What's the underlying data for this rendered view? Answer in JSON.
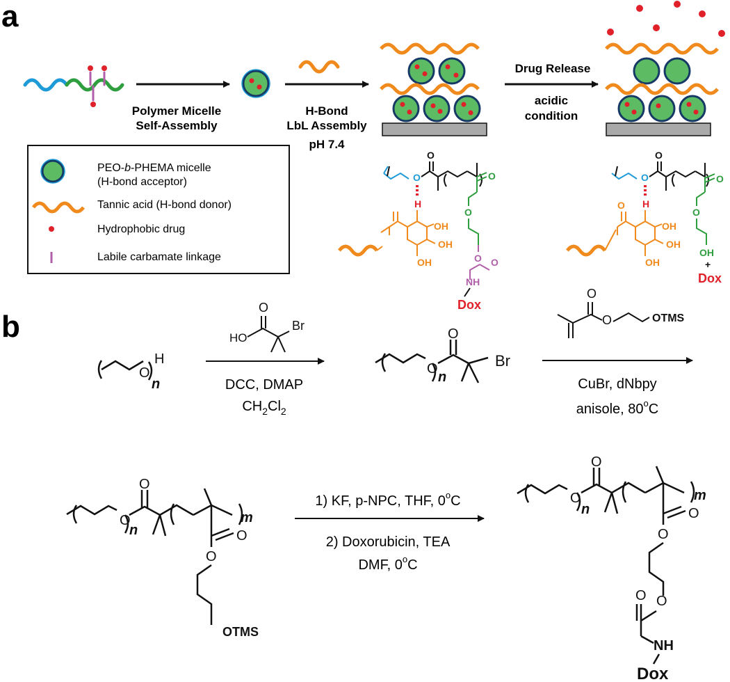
{
  "colors": {
    "tannic_acid": "#F08A1C",
    "peo_blue": "#1E9BD7",
    "micelle_fill": "#5DBB63",
    "drug_red": "#E0212A",
    "phema_green": "#2F9E3F",
    "carbamate_purple": "#B05FA8",
    "hbond_red": "#E0212A"
  },
  "panel_a": {
    "label": "a",
    "step1_line1": "Polymer Micelle",
    "step1_line2": "Self-Assembly",
    "step2_line1": "H-Bond",
    "step2_line2": "LbL Assembly",
    "step2_line3": "pH 7.4",
    "step3_line1": "Drug Release",
    "step3_line2": "acidic",
    "step3_line3": "condition",
    "legend": {
      "micelle_pre": "PEO-",
      "micelle_italic": "b",
      "micelle_post": "-PHEMA micelle",
      "micelle_sub": "(H-bond acceptor)",
      "tannic": "Tannic acid (H-bond donor)",
      "drug": "Hydrophobic drug",
      "linkage": "Labile carbamate linkage"
    },
    "struct_left": {
      "o1": "O",
      "o2": "O",
      "o3": "O",
      "o4": "O",
      "o5": "O",
      "o6": "O",
      "h": "H",
      "oh1": "OH",
      "oh2": "OH",
      "oh3": "OH",
      "nh": "NH",
      "dox": "Dox"
    },
    "struct_right": {
      "o1": "O",
      "o2": "O",
      "o3": "O",
      "o4": "O",
      "o5": "O",
      "h": "H",
      "oh1": "OH",
      "oh2": "OH",
      "oh3": "OH",
      "oh4": "OH",
      "plus": "+",
      "dox": "Dox"
    }
  },
  "panel_b": {
    "label": "b",
    "start_h": "H",
    "start_o": "O",
    "start_n": "n",
    "reagent1_ho": "HO",
    "reagent1_o": "O",
    "reagent1_br": "Br",
    "cond1_line1": "DCC, DMAP",
    "cond1_ch": "CH",
    "cond1_2a": "2",
    "cond1_cl": "Cl",
    "cond1_2b": "2",
    "int1_o1": "O",
    "int1_o2": "O",
    "int1_n": "n",
    "int1_br": "Br",
    "monomer_o1": "O",
    "monomer_o2": "O",
    "monomer_otms": "OTMS",
    "cond2_line1": "CuBr, dNbpy",
    "cond2_line2": "anisole, 80",
    "cond2_deg": "o",
    "cond2_c": "C",
    "int2_o1": "O",
    "int2_o2": "O",
    "int2_o3": "O",
    "int2_o4": "O",
    "int2_n": "n",
    "int2_m": "m",
    "int2_otms": "OTMS",
    "cond3_line1": "1) KF, p-NPC, THF, 0",
    "cond3_deg1": "o",
    "cond3_c1": "C",
    "cond3_line2": "2) Doxorubicin, TEA",
    "cond3_line3": "DMF, 0",
    "cond3_deg2": "o",
    "cond3_c2": "C",
    "prod_o1": "O",
    "prod_o2": "O",
    "prod_o3": "O",
    "prod_o4": "O",
    "prod_o5": "O",
    "prod_o6": "O",
    "prod_n": "n",
    "prod_m": "m",
    "prod_nh": "NH",
    "prod_dox": "Dox"
  }
}
